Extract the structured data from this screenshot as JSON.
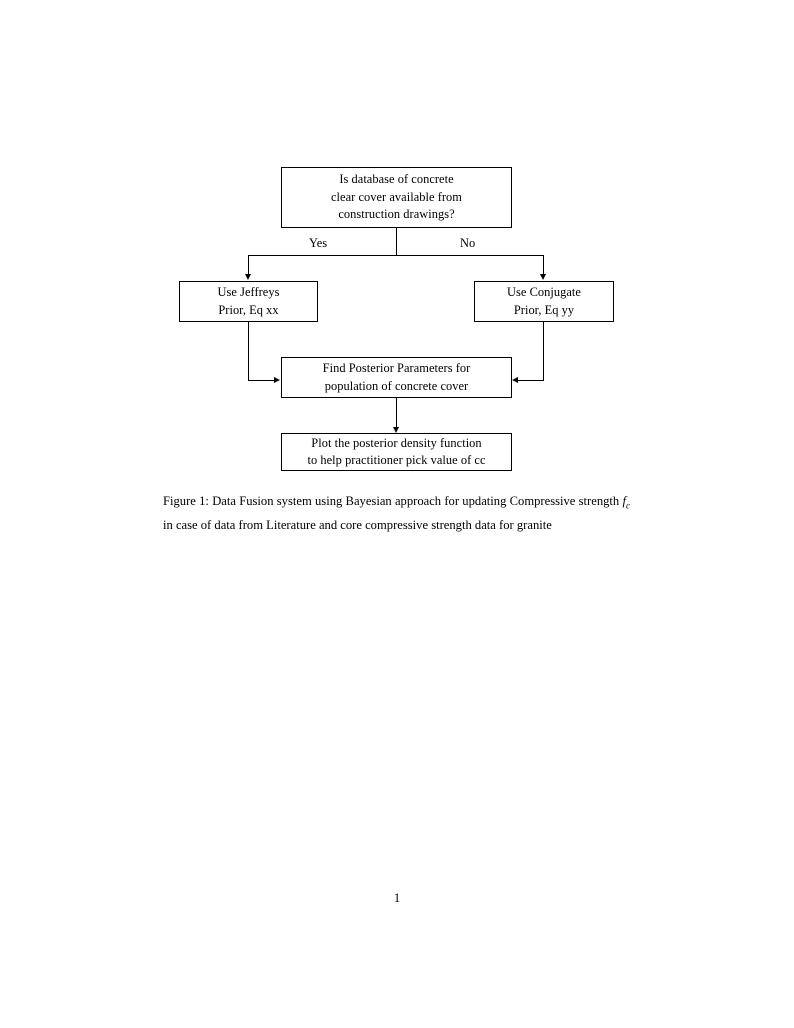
{
  "document": {
    "page_number": "1"
  },
  "figure": {
    "nodes": {
      "question": {
        "line1": "Is database of concrete",
        "line2": "clear cover available from",
        "line3": "construction drawings?"
      },
      "jeffreys": {
        "line1": "Use Jeffreys",
        "line2": "Prior, Eq xx"
      },
      "conjugate": {
        "line1": "Use Conjugate",
        "line2": "Prior, Eq yy"
      },
      "posterior": {
        "line1": "Find Posterior Parameters for",
        "line2": "population of concrete cover"
      },
      "plot": {
        "line1": "Plot the posterior density function",
        "line2": "to help practitioner pick value of cc"
      }
    },
    "branches": {
      "yes": "Yes",
      "no": "No"
    }
  },
  "caption": {
    "label": "Figure 1:",
    "text_before_math": " Data Fusion system using Bayesian approach for updating Compressive strength ",
    "math_symbol": "f",
    "math_subscript": "c",
    "text_after_math": " in case of data from Literature and core compressive strength data for granite"
  },
  "colors": {
    "ink": "#000000",
    "paper": "#ffffff"
  }
}
